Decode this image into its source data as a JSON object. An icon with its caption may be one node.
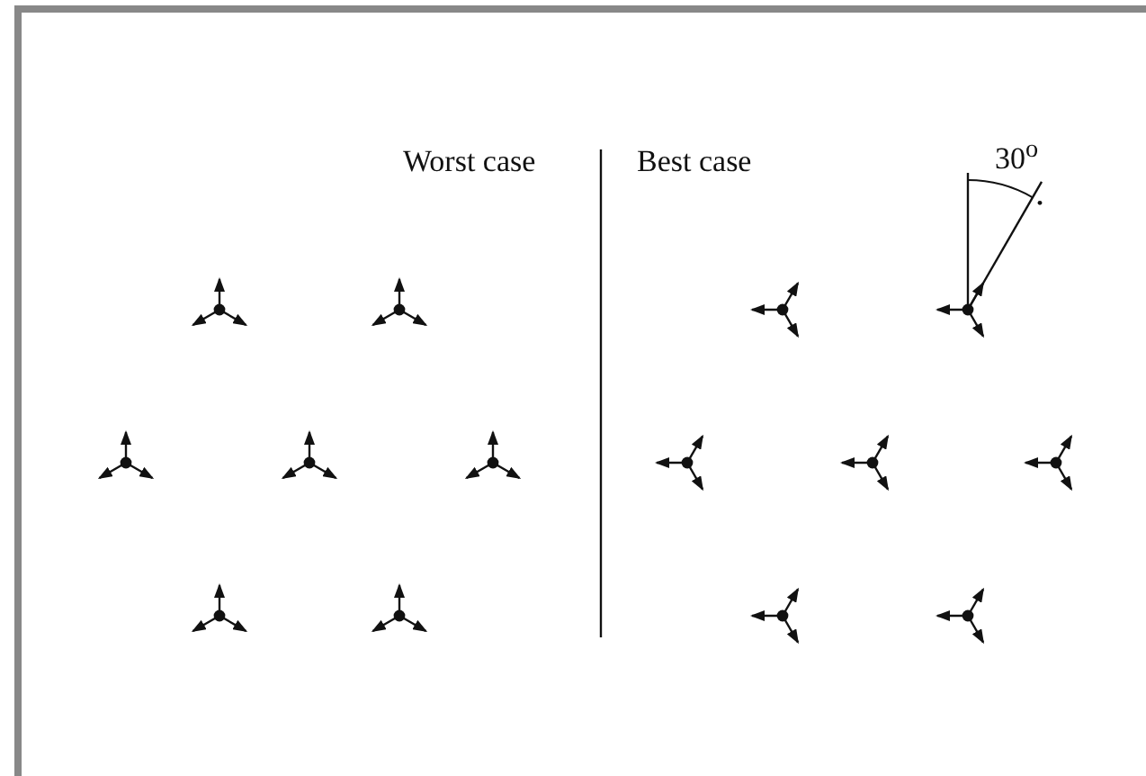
{
  "diagram": {
    "labels": [
      "Worst case",
      "Best case",
      "30$^{o}$"
    ]
  }
}
